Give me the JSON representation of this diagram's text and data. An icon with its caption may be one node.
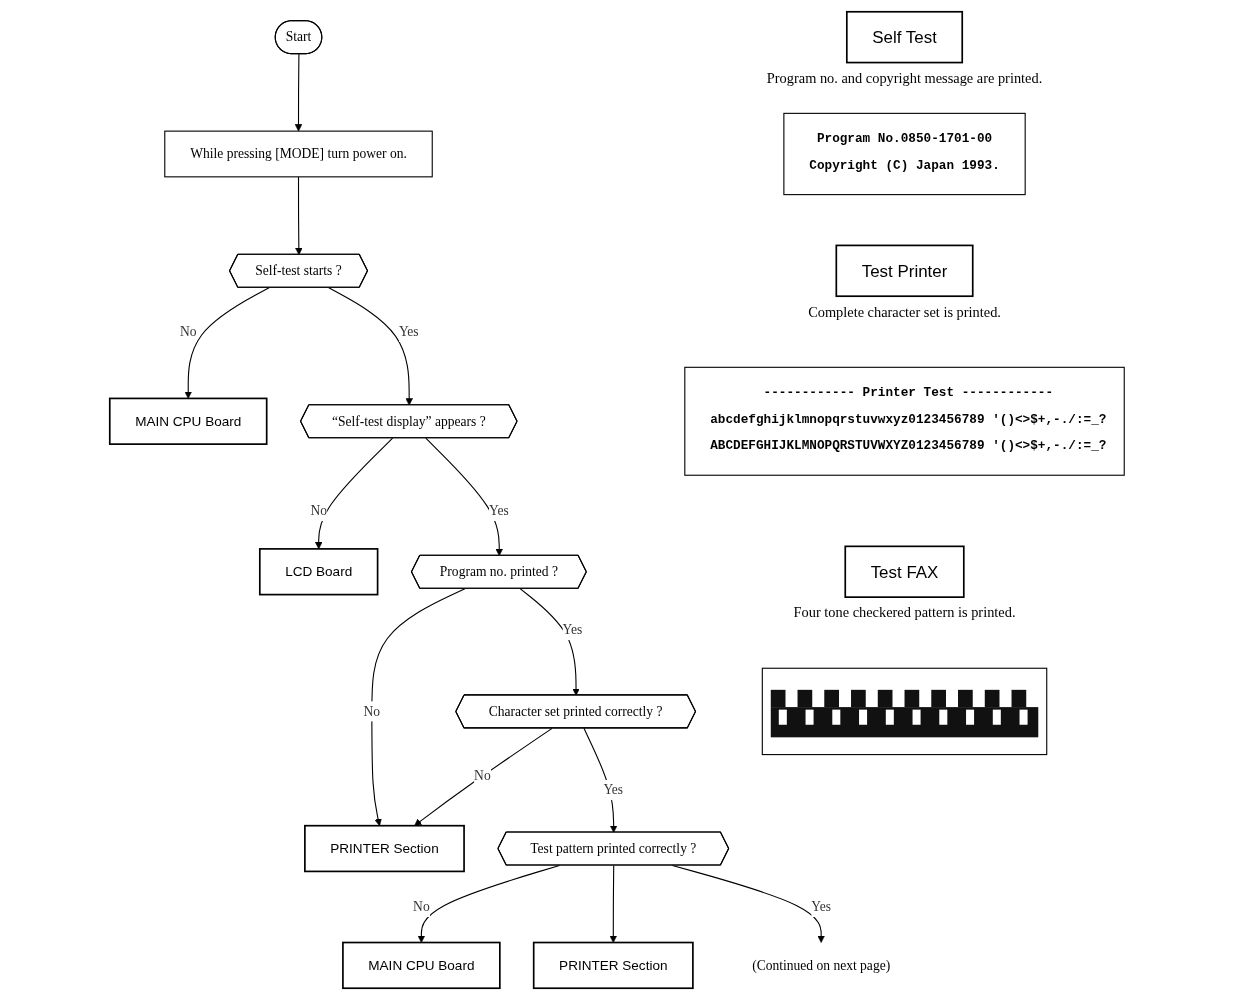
{
  "diagram": {
    "nodes": [
      {
        "text": [
          "Start"
        ]
      },
      {
        "text": [
          "While pressing [MODE] turn power on."
        ]
      },
      {
        "text": [
          "Self-test starts ?"
        ]
      },
      {
        "text": [
          "MAIN CPU Board"
        ]
      },
      {
        "text": [
          "“Self-test display” appears ?"
        ]
      },
      {
        "text": [
          "LCD Board"
        ]
      },
      {
        "text": [
          "Program no. printed ?"
        ]
      },
      {
        "text": [
          "PRINTER Section"
        ]
      },
      {
        "text": [
          "Character set printed correctly ?"
        ]
      },
      {
        "text": [
          "Test pattern printed correctly ?"
        ]
      },
      {
        "text": [
          "MAIN CPU Board"
        ]
      },
      {
        "text": [
          "PRINTER Section"
        ]
      },
      {
        "text": [
          "(Continued on next page)"
        ]
      },
      {
        "text": [
          "Self Test"
        ],
        "beside": [
          "Program no. and copyright message are printed."
        ]
      },
      {
        "text": [
          "Program No.0850-1701-00",
          "Copyright (C) Japan 1993."
        ]
      },
      {
        "text": [
          "Test Printer"
        ],
        "beside": [
          "Complete character set is printed."
        ]
      },
      {
        "text": [
          "------------ Printer Test ------------",
          "abcdefghijklmnopqrstuvwxyz0123456789 '()<>$+,-./:=_?",
          "ABCDEFGHIJKLMNOPQRSTUVWXYZ0123456789 '()<>$+,-./:=_?"
        ]
      },
      {
        "text": [
          "Test FAX"
        ],
        "beside": [
          "Four tone checkered pattern is printed."
        ]
      },
      {
        "text": [],
        "shape": "picture"
      }
    ],
    "edges": [
      {
        "from": 0,
        "to": 1,
        "arrow": "to"
      },
      {
        "from": 1,
        "to": 2,
        "arrow": "to"
      },
      {
        "from": 2,
        "to": 3,
        "arrow": "to",
        "label": "No"
      },
      {
        "from": 2,
        "to": 4,
        "arrow": "to",
        "label": "Yes"
      },
      {
        "from": 4,
        "to": 5,
        "arrow": "to",
        "label": "No"
      },
      {
        "from": 4,
        "to": 6,
        "arrow": "to",
        "label": "Yes"
      },
      {
        "from": 6,
        "to": 7,
        "arrow": "to",
        "label": "No"
      },
      {
        "from": 6,
        "to": 8,
        "arrow": "to",
        "label": "Yes"
      },
      {
        "from": 8,
        "to": 7,
        "arrow": "to",
        "label": "No"
      },
      {
        "from": 8,
        "to": 9,
        "arrow": "to",
        "label": "Yes"
      },
      {
        "from": 9,
        "to": 10,
        "arrow": "to",
        "label": "No"
      },
      {
        "from": 9,
        "to": 11,
        "arrow": "to"
      },
      {
        "from": 9,
        "to": 12,
        "arrow": "to",
        "label": "Yes"
      }
    ]
  }
}
